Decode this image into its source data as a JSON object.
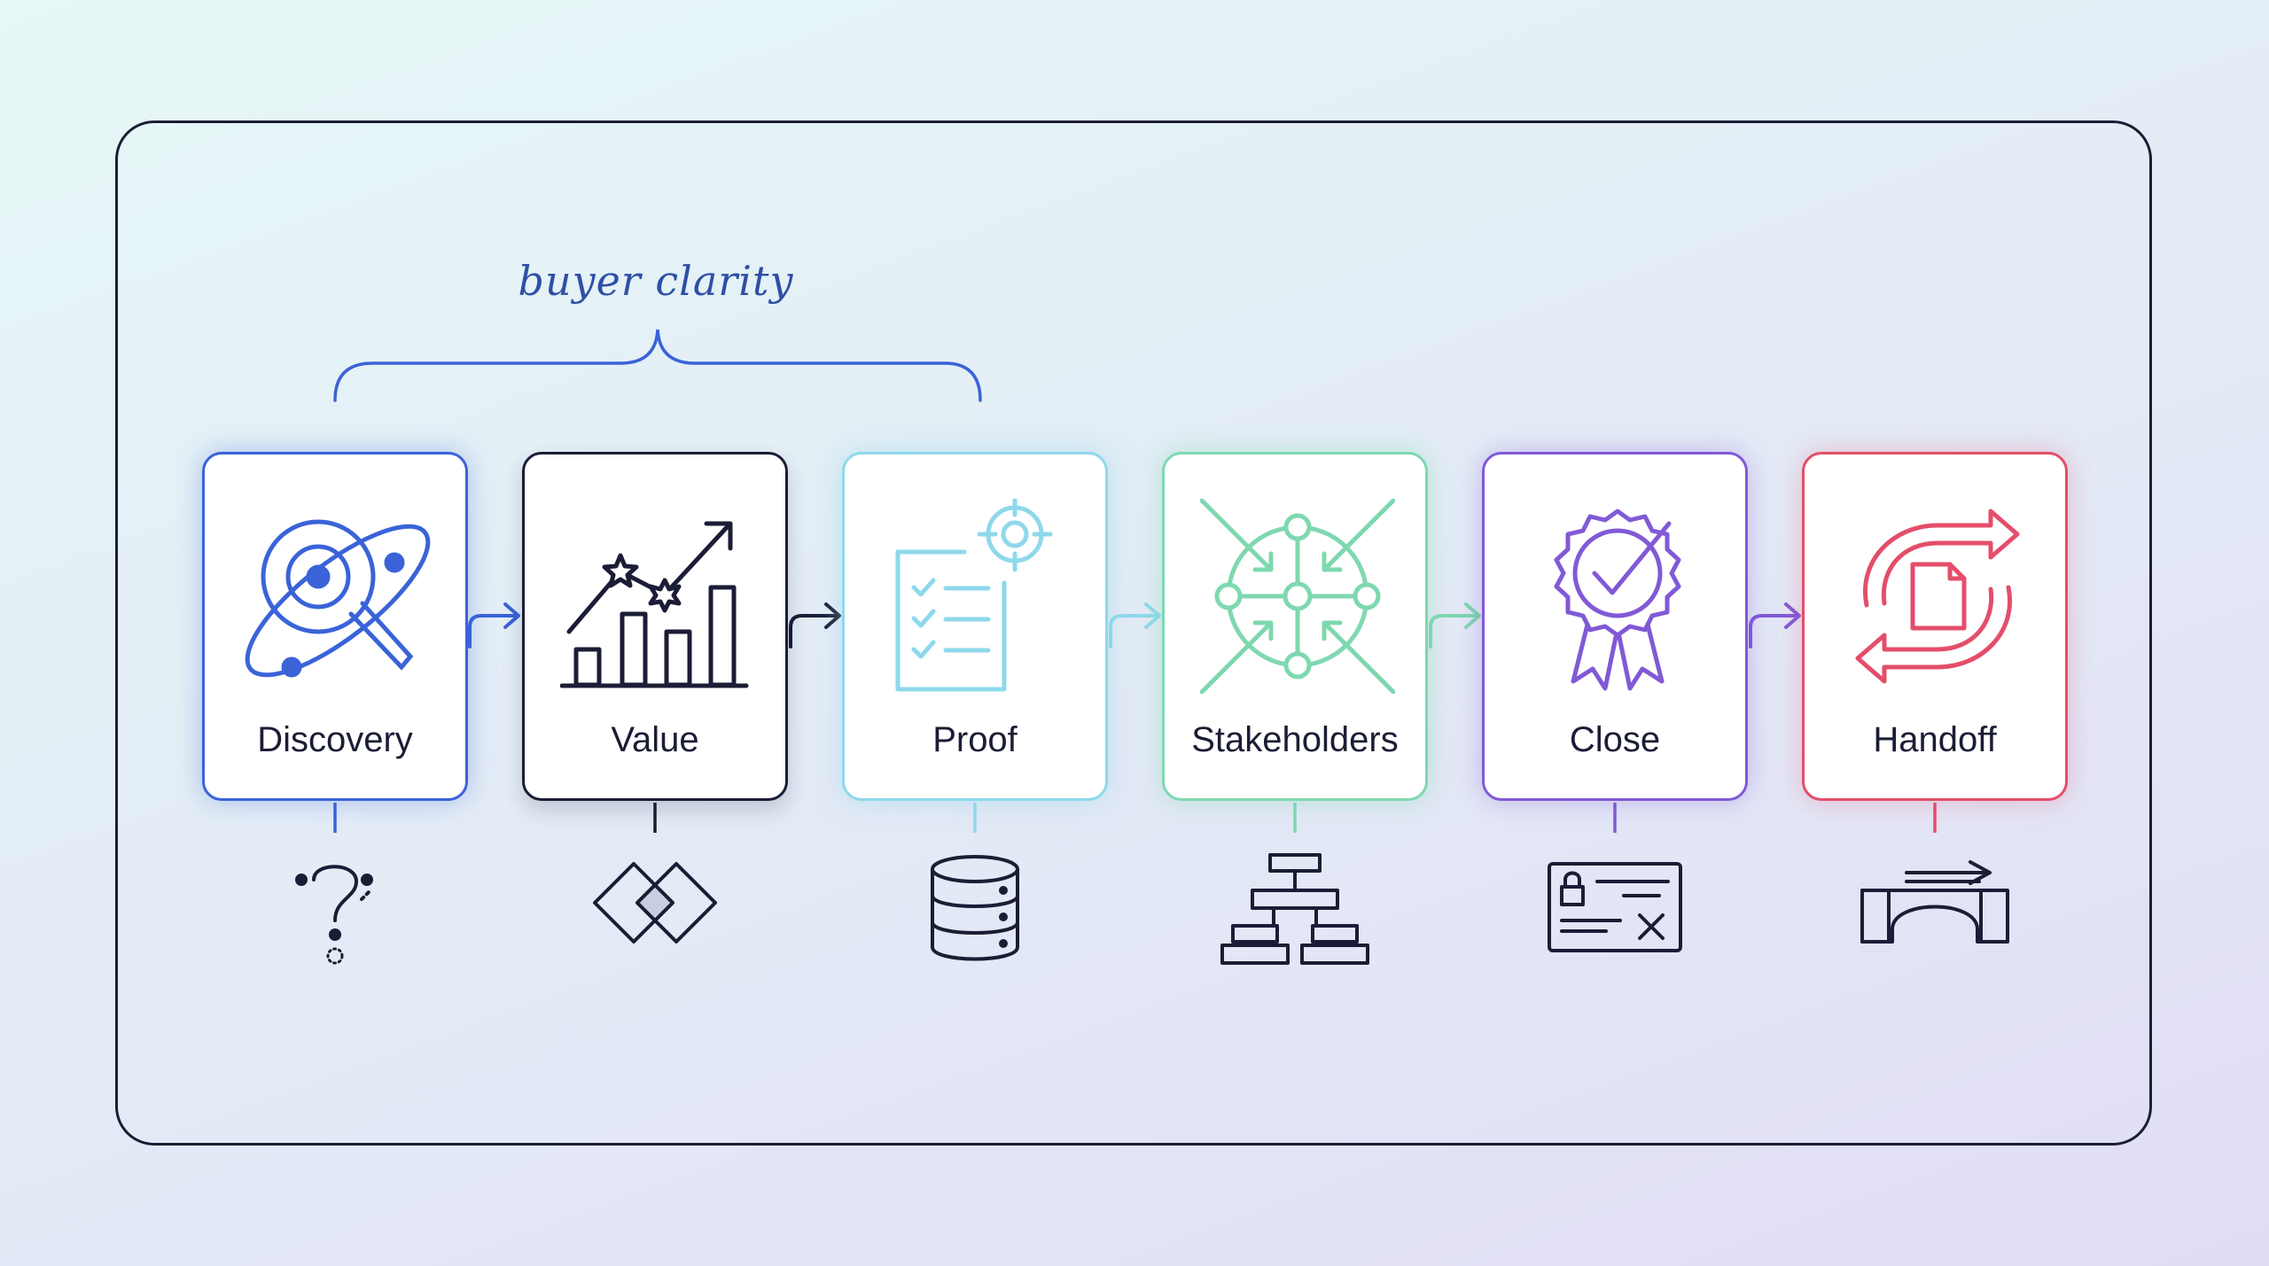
{
  "bracket": {
    "label": "buyer clarity"
  },
  "stages": [
    {
      "id": "discovery",
      "label": "Discovery",
      "color": "#3a63d8",
      "icon": "search-orbit-icon",
      "sub_icon": "question-mark-icon"
    },
    {
      "id": "value",
      "label": "Value",
      "color": "#1b1d36",
      "icon": "rising-bar-chart-icon",
      "sub_icon": "interlocking-diamonds-icon"
    },
    {
      "id": "proof",
      "label": "Proof",
      "color": "#8fd8ec",
      "icon": "checklist-target-icon",
      "sub_icon": "database-icon"
    },
    {
      "id": "stakeholders",
      "label": "Stakeholders",
      "color": "#7ed8b0",
      "icon": "network-hub-icon",
      "sub_icon": "org-chart-icon"
    },
    {
      "id": "close",
      "label": "Close",
      "color": "#8159d6",
      "icon": "award-badge-check-icon",
      "sub_icon": "locked-card-icon"
    },
    {
      "id": "handoff",
      "label": "Handoff",
      "color": "#e44e6a",
      "icon": "document-cycle-icon",
      "sub_icon": "bridge-arrow-icon"
    }
  ]
}
